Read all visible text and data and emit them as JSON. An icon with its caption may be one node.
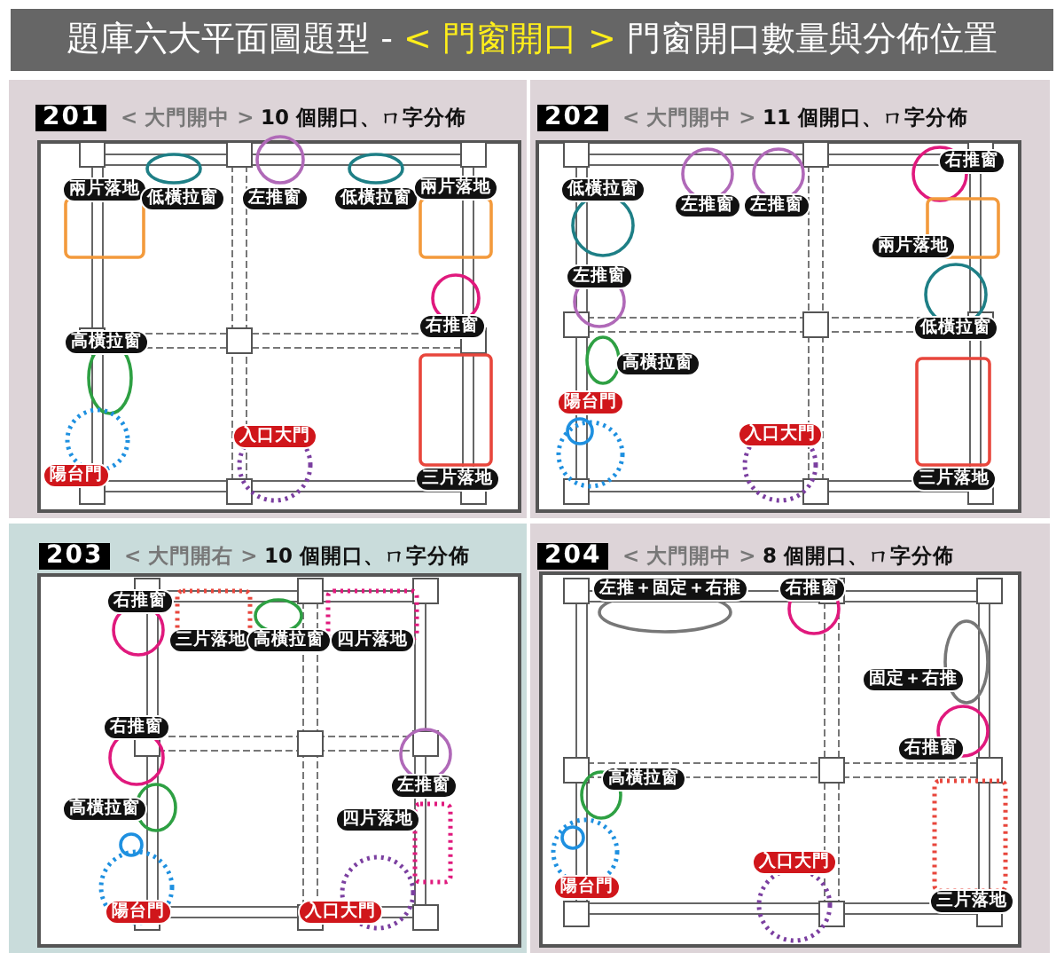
{
  "diagram": {
    "title": "題庫六大平面圖題型 - **< 門窗開口 >** 門窗開口數量與分佈位置",
    "nodes": [
      {
        "text": [
          "201",
          "< 大門開中 >",
          "10 個開口、ㄇ字分佈"
        ]
      },
      {
        "text": [
          "兩片落地"
        ],
        "in": 0
      },
      {
        "text": [
          "低橫拉窗"
        ],
        "in": 0
      },
      {
        "text": [
          "左推窗"
        ],
        "in": 0
      },
      {
        "text": [
          "低橫拉窗"
        ],
        "in": 0
      },
      {
        "text": [
          "兩片落地"
        ],
        "in": 0
      },
      {
        "text": [
          "右推窗"
        ],
        "in": 0
      },
      {
        "text": [
          "高橫拉窗"
        ],
        "in": 0
      },
      {
        "text": [
          "入口大門"
        ],
        "in": 0
      },
      {
        "text": [
          "陽台門"
        ],
        "in": 0
      },
      {
        "text": [
          "三片落地"
        ],
        "in": 0
      },
      {
        "text": [
          "202",
          "< 大門開中 >",
          "11 個開口、ㄇ字分佈"
        ]
      },
      {
        "text": [
          "右推窗"
        ],
        "in": 11
      },
      {
        "text": [
          "低橫拉窗"
        ],
        "in": 11
      },
      {
        "text": [
          "左推窗"
        ],
        "in": 11
      },
      {
        "text": [
          "左推窗"
        ],
        "in": 11
      },
      {
        "text": [
          "兩片落地"
        ],
        "in": 11
      },
      {
        "text": [
          "左推窗"
        ],
        "in": 11
      },
      {
        "text": [
          "低橫拉窗"
        ],
        "in": 11
      },
      {
        "text": [
          "高橫拉窗"
        ],
        "in": 11
      },
      {
        "text": [
          "陽台門"
        ],
        "in": 11
      },
      {
        "text": [
          "入口大門"
        ],
        "in": 11
      },
      {
        "text": [
          "三片落地"
        ],
        "in": 11
      },
      {
        "text": [
          "203",
          "< 大門開右 >",
          "10 個開口、ㄇ字分佈"
        ]
      },
      {
        "text": [
          "右推窗"
        ],
        "in": 23
      },
      {
        "text": [
          "三片落地"
        ],
        "in": 23
      },
      {
        "text": [
          "高橫拉窗"
        ],
        "in": 23
      },
      {
        "text": [
          "四片落地"
        ],
        "in": 23
      },
      {
        "text": [
          "右推窗"
        ],
        "in": 23
      },
      {
        "text": [
          "左推窗"
        ],
        "in": 23
      },
      {
        "text": [
          "高橫拉窗"
        ],
        "in": 23
      },
      {
        "text": [
          "四片落地"
        ],
        "in": 23
      },
      {
        "text": [
          "陽台門"
        ],
        "in": 23
      },
      {
        "text": [
          "入口大門"
        ],
        "in": 23
      },
      {
        "text": [
          "204",
          "< 大門開中 >",
          "8 個開口、ㄇ字分佈"
        ]
      },
      {
        "text": [
          "左推＋固定＋右推"
        ],
        "in": 34
      },
      {
        "text": [
          "右推窗"
        ],
        "in": 34
      },
      {
        "text": [
          "固定＋右推"
        ],
        "in": 34
      },
      {
        "text": [
          "右推窗"
        ],
        "in": 34
      },
      {
        "text": [
          "高橫拉窗"
        ],
        "in": 34
      },
      {
        "text": [
          "入口大門"
        ],
        "in": 34
      },
      {
        "text": [
          "陽台門"
        ],
        "in": 34
      },
      {
        "text": [
          "三片落地"
        ],
        "in": 34
      }
    ]
  }
}
